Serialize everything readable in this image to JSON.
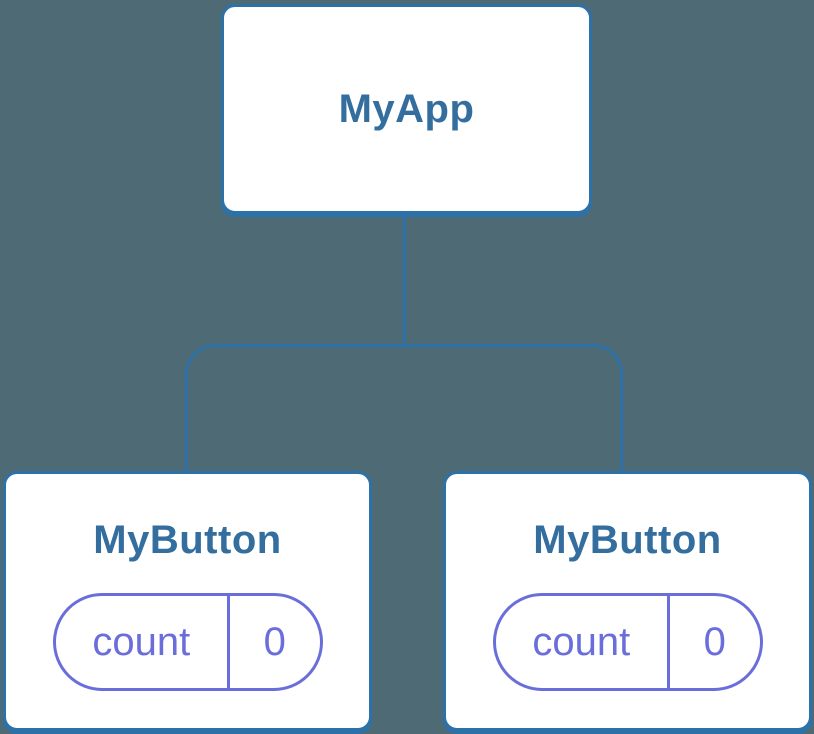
{
  "diagram": {
    "root": {
      "label": "MyApp"
    },
    "children": [
      {
        "label": "MyButton",
        "state": {
          "name": "count",
          "value": "0"
        }
      },
      {
        "label": "MyButton",
        "state": {
          "name": "count",
          "value": "0"
        }
      }
    ]
  },
  "colors": {
    "background": "#4d6a75",
    "stroke_blue": "#2d71a9",
    "heading_text": "#336e9e",
    "state_purple": "#6a6edb",
    "box_fill": "#ffffff"
  }
}
